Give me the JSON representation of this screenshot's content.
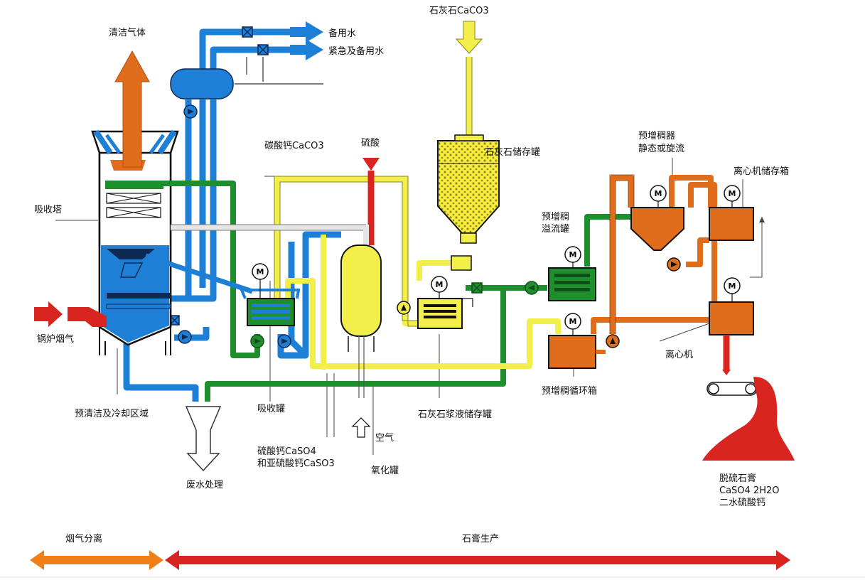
{
  "labels": {
    "clean_gas": "清洁气体",
    "backup_water": "备用水",
    "emergency_water": "紧急及备用水",
    "limestone": "石灰石CaCO3",
    "limestone_storage": "石灰石储存罐",
    "calcium_carbonate": "碳酸钙CaCO3",
    "sulfuric_acid": "硫酸",
    "absorber_tower": "吸收塔",
    "thickener": "预增稠器",
    "thickener_type": "静态或旋流",
    "centrifuge_storage": "离心机储存箱",
    "pre_thickener_overflow_1": "预增稠",
    "pre_thickener_overflow_2": "溢流罐",
    "boiler_flue_gas": "锅炉烟气",
    "centrifuge": "离心机",
    "pre_clean_cool": "预清洁及冷却区域",
    "absorb_tank": "吸收罐",
    "slurry_storage": "石灰石浆液储存罐",
    "pre_thickener_circ": "预增稠循环箱",
    "air": "空气",
    "calcium_sulfate_1": "硫酸钙CaSO4",
    "calcium_sulfate_2": "和亚硫酸钙CaSO3",
    "oxidation_tank": "氧化罐",
    "wastewater": "废水处理",
    "gypsum_1": "脱硫石膏",
    "gypsum_2": "CaSO4 2H2O",
    "gypsum_3": "二水硫酸钙"
  },
  "stages": {
    "flue_separation": "烟气分离",
    "gypsum_production": "石膏生产"
  },
  "motor_symbol": "M",
  "colors": {
    "water": "#1e7fd6",
    "green": "#1f8f2e",
    "yellow": "#f3ef4a",
    "red": "#d8251f",
    "orange": "#e06d1b",
    "stage_orange": "#f07f18",
    "stage_red": "#d8231f"
  }
}
